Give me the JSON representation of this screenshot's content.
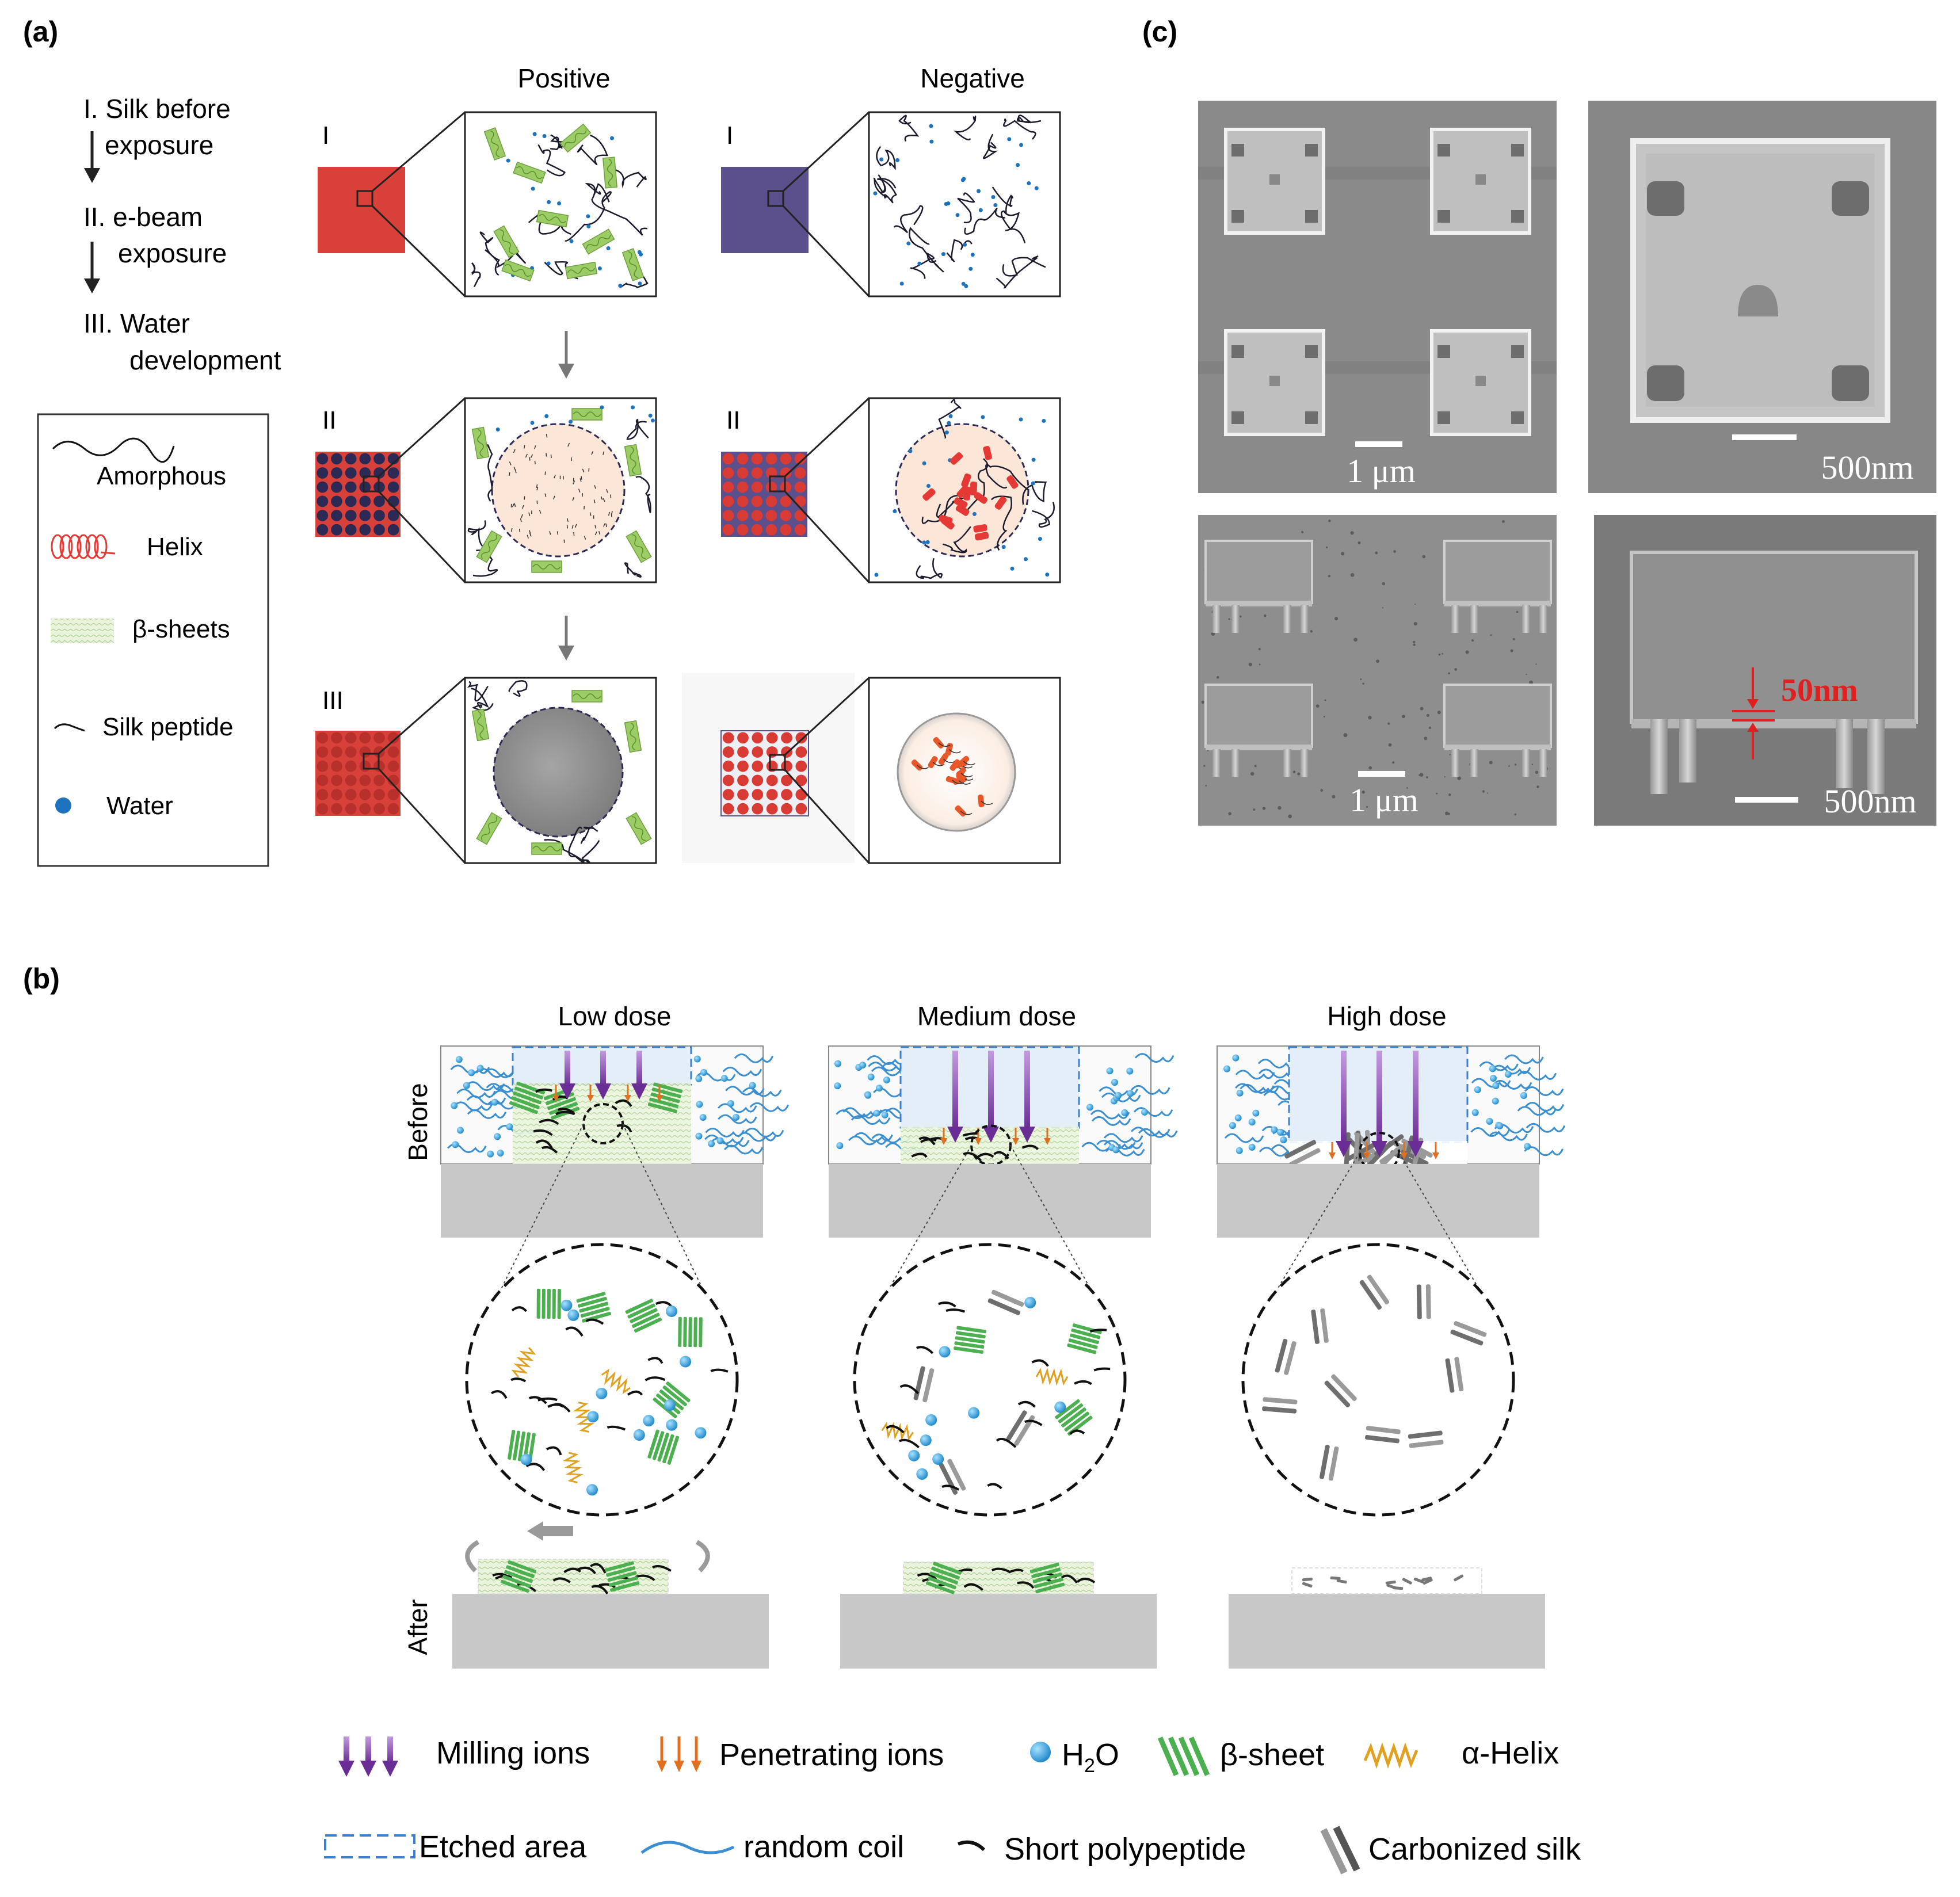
{
  "panel_a": {
    "label": "(a)",
    "col_positive": "Positive",
    "col_negative": "Negative",
    "steps": [
      "I. Silk before",
      "exposure",
      "II. e-beam",
      "exposure",
      "III. Water",
      "development"
    ],
    "row_labels": [
      "I",
      "II",
      "III"
    ],
    "legend": {
      "amorphous": "Amorphous",
      "helix": "Helix",
      "beta_sheets": "β-sheets",
      "silk_peptide": "Silk peptide",
      "water": "Water"
    },
    "colors": {
      "positive_film": "#d8403a",
      "negative_film": "#5b4f8c",
      "dot_dark": "#2c2a55",
      "dot_red": "#d83a34",
      "beta": "#9ccc65",
      "helix": "#e53935",
      "water": "#1e73be"
    }
  },
  "panel_b": {
    "label": "(b)",
    "doses": [
      "Low dose",
      "Medium dose",
      "High dose"
    ],
    "row_before": "Before",
    "row_after": "After",
    "legend": {
      "milling_ions": "Milling ions",
      "penetrating_ions": "Penetrating ions",
      "h2o_main": "H",
      "h2o_sub": "2",
      "h2o_end": "O",
      "beta_sheet": "β-sheet",
      "alpha_helix": "α-Helix",
      "etched_area": "Etched area",
      "random_coil": "random coil",
      "short_polypeptide": "Short polypeptide",
      "carbonized_silk": "Carbonized silk"
    },
    "colors": {
      "milling": "#7b3fa8",
      "penetrating": "#e07020",
      "water": "#2b9fd8",
      "beta": "#4caf50",
      "helix": "#e0a020",
      "carbon": "#777777",
      "substrate": "#c8c8c8"
    }
  },
  "panel_c": {
    "label": "(c)",
    "scale_bars": [
      "1 μm",
      "500nm",
      "1 μm",
      "500nm"
    ],
    "gap_label": "50nm"
  }
}
